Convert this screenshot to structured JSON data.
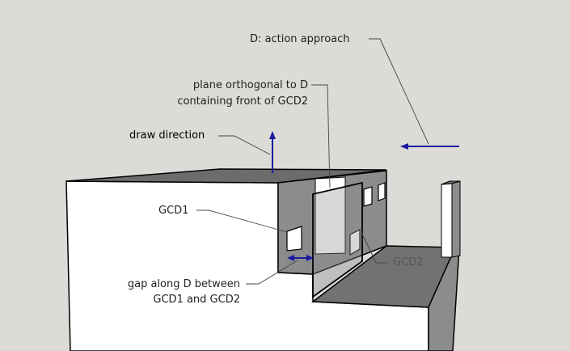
{
  "annotations": {
    "action_approach": "D: action approach",
    "plane_line1": "plane orthogonal to D",
    "plane_line2": "containing front of GCD2",
    "draw_direction": "draw direction",
    "gcd1": "GCD1",
    "gcd2": "GCD2",
    "gap_line1": "gap along D between",
    "gap_line2": "GCD1 and GCD2"
  },
  "colors": {
    "background": "#dcdbd7",
    "arrow": "#1a1aa0",
    "top_face": "#6c6c6c",
    "side_face": "#8c8c8c",
    "floor": "#727272"
  }
}
